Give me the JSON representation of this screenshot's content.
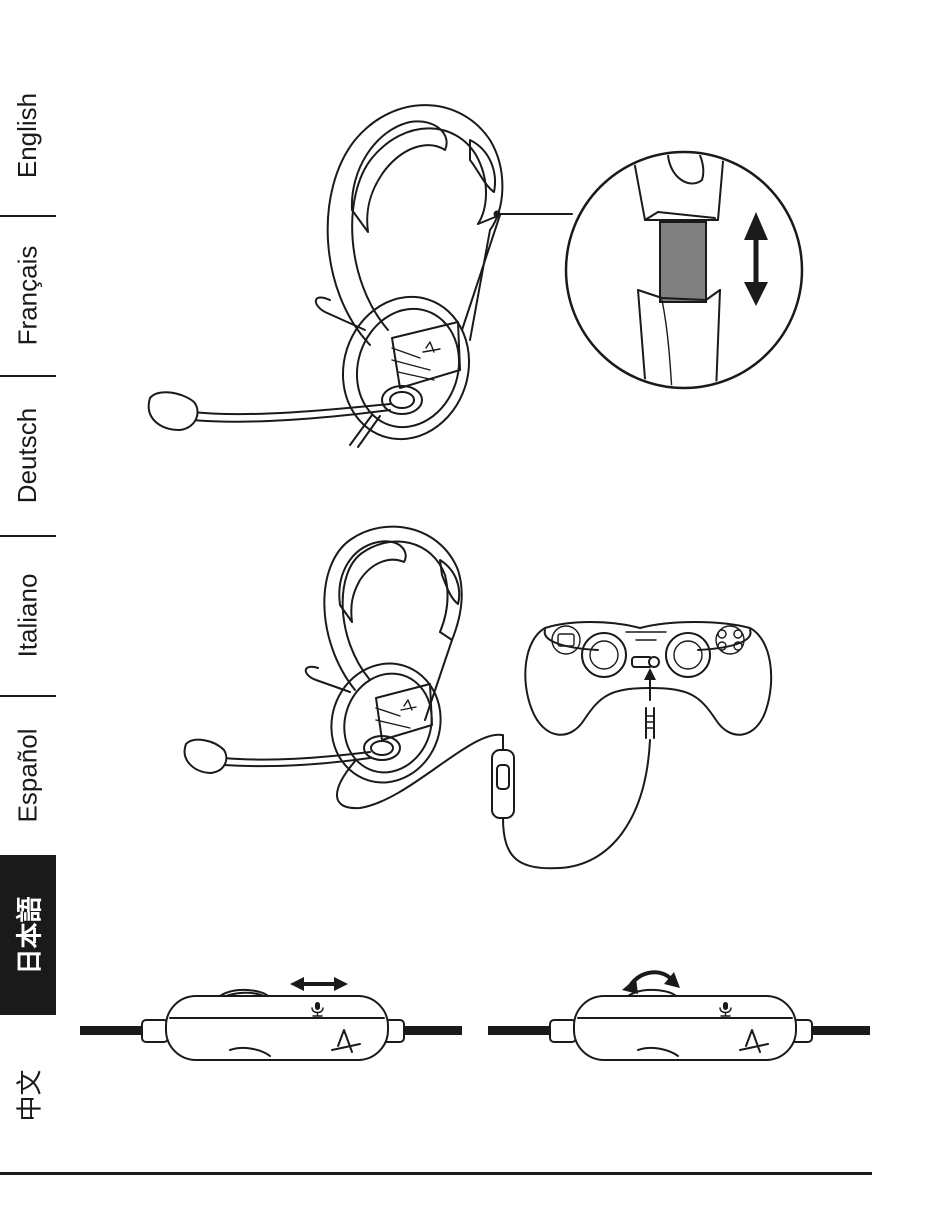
{
  "languages": [
    {
      "label": "English",
      "active": false
    },
    {
      "label": "Français",
      "active": false
    },
    {
      "label": "Deutsch",
      "active": false
    },
    {
      "label": "Italiano",
      "active": false
    },
    {
      "label": "Español",
      "active": false
    },
    {
      "label": "日本語",
      "active": true
    },
    {
      "label": "中文",
      "active": false
    }
  ],
  "colors": {
    "ink": "#1a1a1a",
    "active_tab_bg": "#1a1a1a",
    "active_tab_text": "#ffffff",
    "slider_grey": "#808080"
  },
  "icons": [
    "playstation-logo-icon",
    "microphone-icon",
    "up-down-arrow-icon",
    "left-right-arrow-icon",
    "rotate-arrow-icon"
  ]
}
